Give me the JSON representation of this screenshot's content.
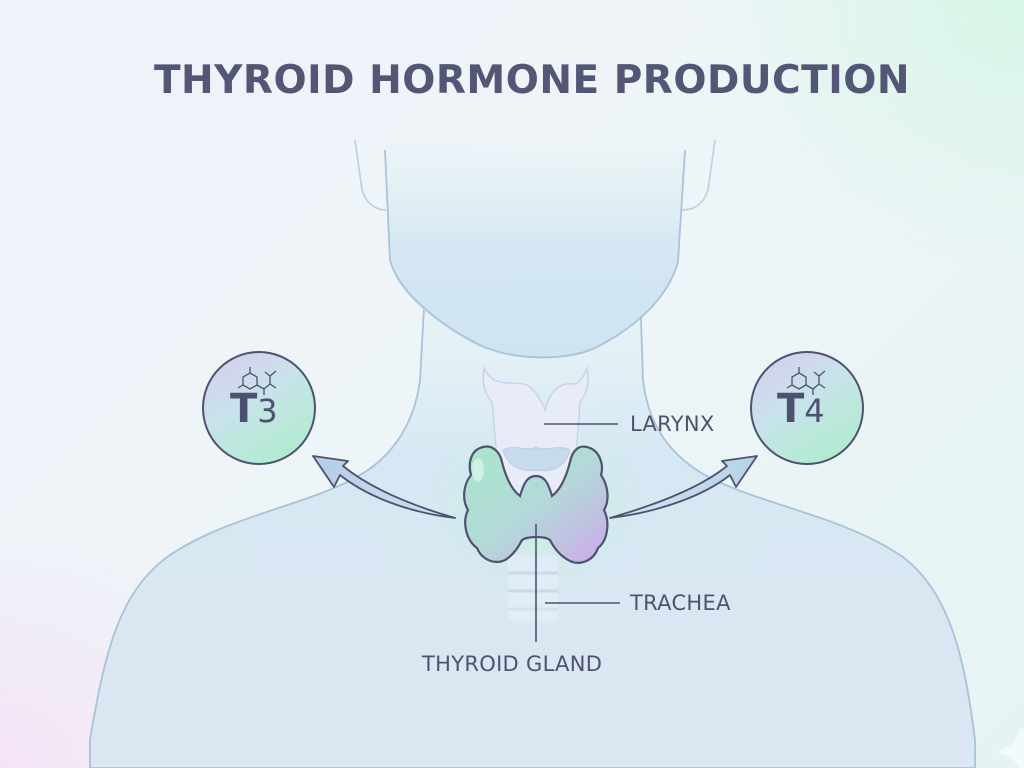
{
  "title": "THYROID HORMONE PRODUCTION",
  "labels": {
    "larynx": "LARYNX",
    "trachea": "TRACHEA",
    "thyroid_gland": "THYROID GLAND"
  },
  "hormones": [
    {
      "id": "t3",
      "letter": "T",
      "number": "3",
      "icon": "molecule-icon",
      "position": "left"
    },
    {
      "id": "t4",
      "letter": "T",
      "number": "4",
      "icon": "molecule-icon",
      "position": "right"
    }
  ],
  "colors": {
    "text": "#535674",
    "outline": "#4e5270",
    "body_fill": "#d7e8f3",
    "body_outline": "#a8c3da",
    "thyroid_green": "#a9e2c9",
    "thyroid_purple": "#c9aee8",
    "background": "#eef4f8"
  },
  "arrows": [
    {
      "from": "thyroid-gland",
      "to": "t3",
      "direction": "up-left"
    },
    {
      "from": "thyroid-gland",
      "to": "t4",
      "direction": "up-right"
    }
  ]
}
